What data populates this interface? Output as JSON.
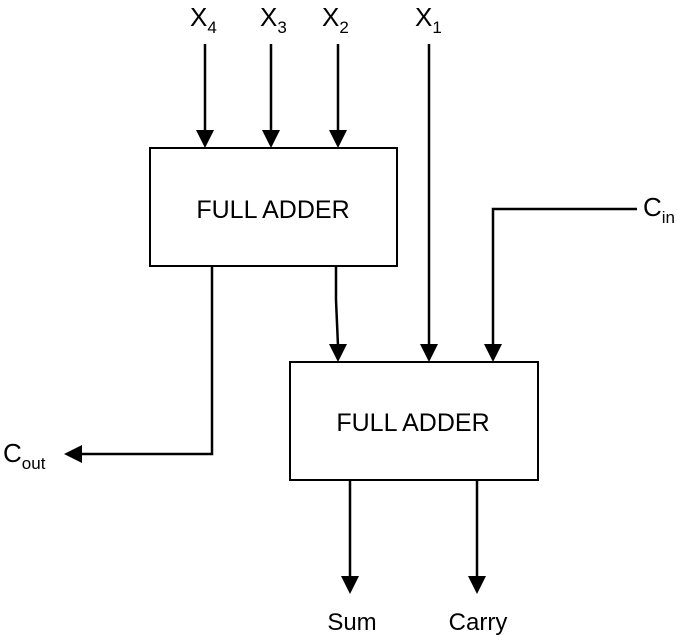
{
  "diagram": {
    "blocks": {
      "upper": "FULL ADDER",
      "lower": "FULL ADDER"
    },
    "inputs": {
      "x4": {
        "main": "X",
        "sub": "4"
      },
      "x3": {
        "main": "X",
        "sub": "3"
      },
      "x2": {
        "main": "X",
        "sub": "2"
      },
      "x1": {
        "main": "X",
        "sub": "1"
      },
      "cin": {
        "main": "C",
        "sub": "in"
      }
    },
    "outputs": {
      "cout": {
        "main": "C",
        "sub": "out"
      },
      "sum": "Sum",
      "carry": "Carry"
    }
  }
}
